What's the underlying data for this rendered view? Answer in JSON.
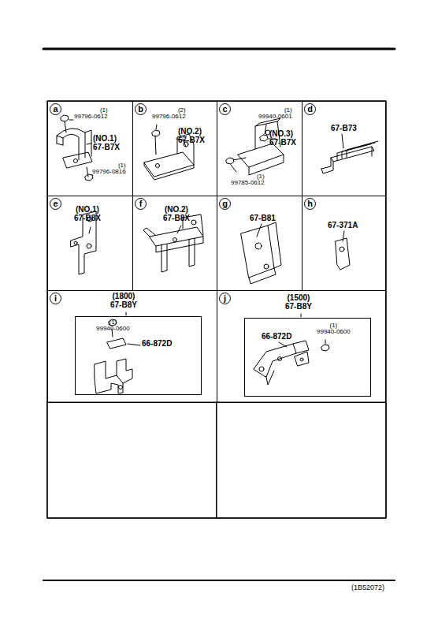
{
  "diagram": {
    "nodes": [
      {
        "text": [
          "(1) 99796-0612",
          "(NO.1) 67-B7X",
          "(1) 99796-0816"
        ]
      },
      {
        "text": [
          "a"
        ],
        "in": 0
      },
      {
        "text": [
          "(2) 99796-0612",
          "(NO.2) 67-B7X"
        ]
      },
      {
        "text": [
          "b"
        ],
        "in": 2
      },
      {
        "text": [
          "(1) 99940-0601",
          "(NO.3) 67-B7X",
          "(1) 99785-0612"
        ]
      },
      {
        "text": [
          "c"
        ],
        "in": 4
      },
      {
        "text": [
          "67-B73"
        ]
      },
      {
        "text": [
          "d"
        ],
        "in": 6
      },
      {
        "text": [
          "(NO.1) 67-B8X"
        ]
      },
      {
        "text": [
          "e"
        ],
        "in": 8
      },
      {
        "text": [
          "(NO.2) 67-B8X"
        ]
      },
      {
        "text": [
          "f"
        ],
        "in": 10
      },
      {
        "text": [
          "67-B81"
        ]
      },
      {
        "text": [
          "g"
        ],
        "in": 12
      },
      {
        "text": [
          "67-371A"
        ]
      },
      {
        "text": [
          "h"
        ],
        "in": 14
      },
      {
        "text": [
          "(1800) 67-B8Y"
        ]
      },
      {
        "text": [
          "i"
        ],
        "in": 16
      },
      {
        "text": [
          "(1) 99940-0600",
          "66-872D"
        ],
        "in": 16
      },
      {
        "text": [
          "(1500) 67-B8Y"
        ]
      },
      {
        "text": [
          "j"
        ],
        "in": 19
      },
      {
        "text": [
          "66-872D",
          "(1) 99940-0600"
        ],
        "in": 19
      }
    ],
    "labels": [
      "(1B52072)"
    ]
  }
}
